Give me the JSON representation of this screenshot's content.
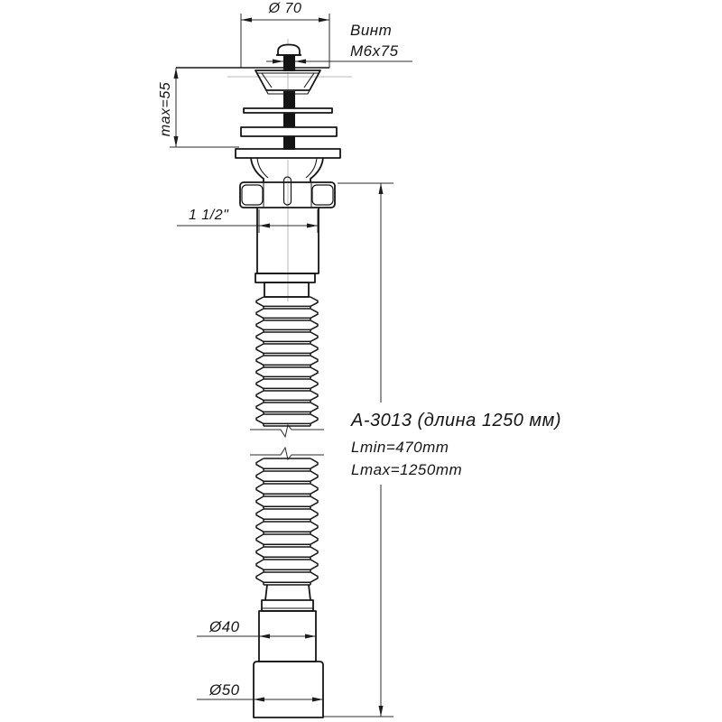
{
  "drawing": {
    "labels": {
      "top_diameter": "Ø 70",
      "screw_name": "Винт",
      "screw_size": "М6х75",
      "max_depth": "max=55",
      "thread_size": "1 1/2\"",
      "model": "А-3013 (длина 1250 мм)",
      "length_min": "Lmin=470mm",
      "length_max": "Lmax=1250mm",
      "outlet_diameter": "Ø40",
      "cuff_diameter": "Ø50"
    },
    "colors": {
      "background": "#ffffff",
      "main_line": "#161616",
      "thin_line": "#2b2b2b",
      "centerline": "#b8b8b8",
      "text": "#161616"
    }
  }
}
